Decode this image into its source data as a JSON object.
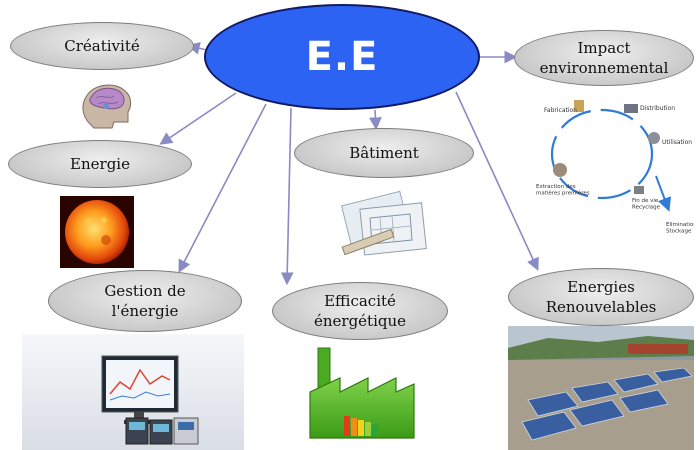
{
  "center": {
    "label": "E.E"
  },
  "nodes": {
    "creativite": "Créativité",
    "energie": "Energie",
    "gestion": "Gestion de\nl'énergie",
    "efficacite": "Efficacité\nénergétique",
    "batiment": "Bâtiment",
    "impact": "Impact\nenvironnemental",
    "renouvelables": "Energies\nRenouvelables"
  },
  "lifecycle": {
    "fabrication": "Fabrication",
    "distribution": "Distribution",
    "utilisation": "Utilisation",
    "extraction": "Extraction des\nmatières premières",
    "fin_de_vie": "Fin de vie\nRecyclage",
    "elimination": "Elimination\nStockage"
  },
  "colors": {
    "center_fill": "#2d63f2",
    "node_fill": "#cfcfcf",
    "edge": "#8a8ac4",
    "lifecycle_arrow": "#2f7bd6",
    "factory_green": "#4caa22"
  },
  "icons": [
    "brain-icon",
    "sun-icon",
    "blueprint-icon",
    "energy-meter-icon",
    "factory-icon",
    "solar-panels-icon",
    "lifecycle-icon"
  ]
}
